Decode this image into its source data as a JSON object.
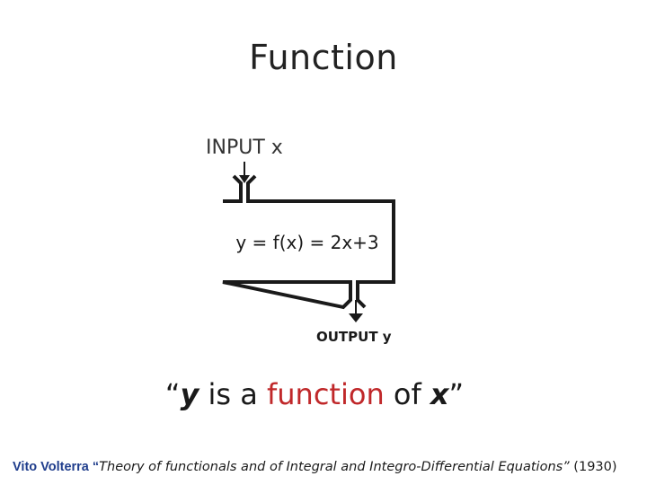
{
  "title": "Function",
  "diagram": {
    "input_label": "INPUT x",
    "formula": "y = f(x) = 2x+3",
    "output_label": "OUTPUT y"
  },
  "statement": {
    "open_quote": "“",
    "var_y": "y",
    "text_is_a": " is a ",
    "word_function": "function",
    "text_of": " of ",
    "var_x": "x",
    "close_quote": "”"
  },
  "citation": {
    "author": "Vito Volterra",
    "open_quote": " “",
    "work": "Theory of functionals and of Integral and Integro-Differential Equations”",
    "year": " (1930)"
  },
  "colors": {
    "accent_red": "#c0282a",
    "author_blue": "#1f3d8c"
  }
}
